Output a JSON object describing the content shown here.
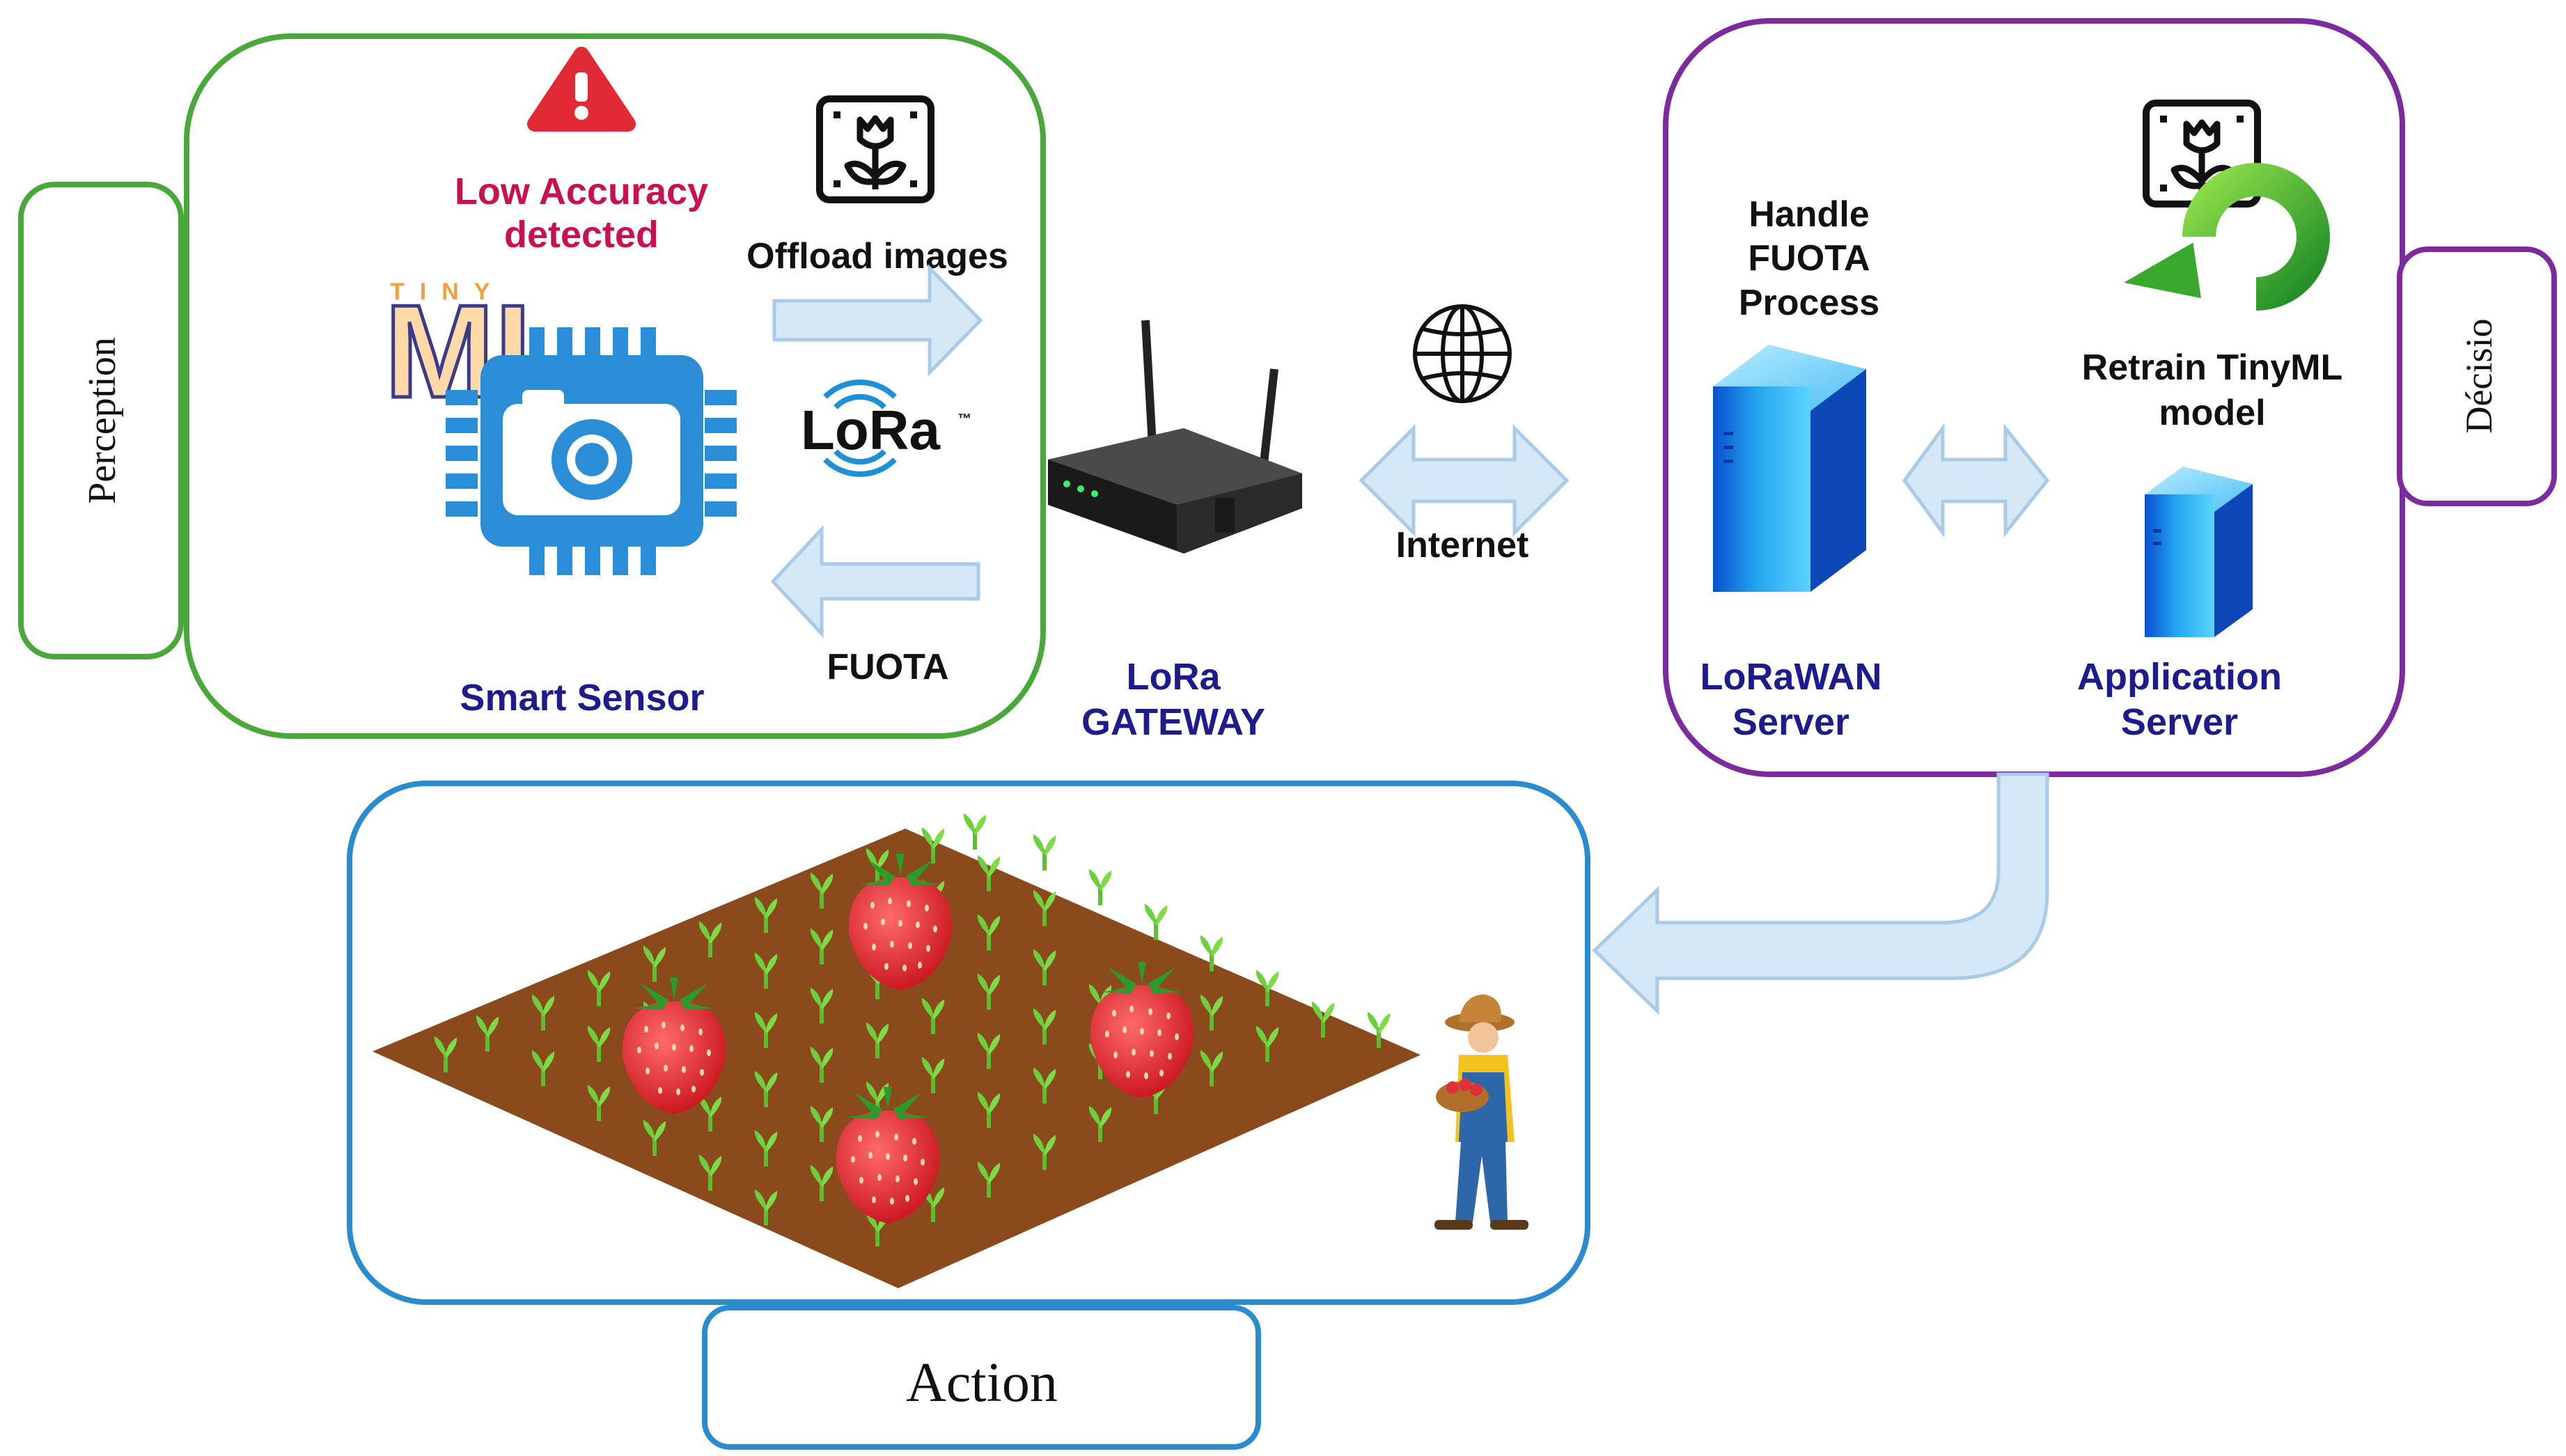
{
  "panels": {
    "perception": {
      "label": "Perception",
      "color": "#4aa83a"
    },
    "decision": {
      "label": "Décisio",
      "color": "#7d2a9e"
    },
    "action": {
      "label": "Action",
      "color": "#2a8ccf"
    }
  },
  "smart_sensor": {
    "alert_text_line1": "Low Accuracy",
    "alert_text_line2": "detected",
    "alert_color": "#c8114f",
    "tiny_text": "TINY",
    "ml_text": "ML",
    "title": "Smart Sensor",
    "offload_label": "Offload images",
    "lora_logo_text": "LoRa",
    "lora_logo_tm": "™",
    "fuota_label": "FUOTA",
    "icons": [
      "warning-icon",
      "plant-frame-icon",
      "tinyml-logo-icon",
      "camera-chip-icon",
      "lora-logo-icon"
    ]
  },
  "gateway": {
    "label_line1": "LoRa",
    "label_line2": "GATEWAY",
    "icon": "router-icon"
  },
  "internet": {
    "label": "Internet",
    "icon": "globe-icon"
  },
  "decision": {
    "handle_line1": "Handle",
    "handle_line2": "FUOTA",
    "handle_line3": "Process",
    "retrain_line1": "Retrain TinyML",
    "retrain_line2": "model",
    "lorawan_line1": "LoRaWAN",
    "lorawan_line2": "Server",
    "app_line1": "Application",
    "app_line2": "Server",
    "icons": [
      "plant-frame-icon",
      "refresh-icon",
      "server-icon"
    ]
  },
  "field": {
    "icons": [
      "strawberry-icon",
      "farmer-icon",
      "seedling-icon"
    ]
  },
  "colors": {
    "navy_label": "#1c1c8c",
    "arrow_fill": "#d4e8f7",
    "arrow_stroke": "#a9cbe8",
    "chip_blue": "#2b8dd6",
    "soil": "#8b4a1c",
    "leaf": "#6ccf3c",
    "strawberry": "#e0303a"
  }
}
